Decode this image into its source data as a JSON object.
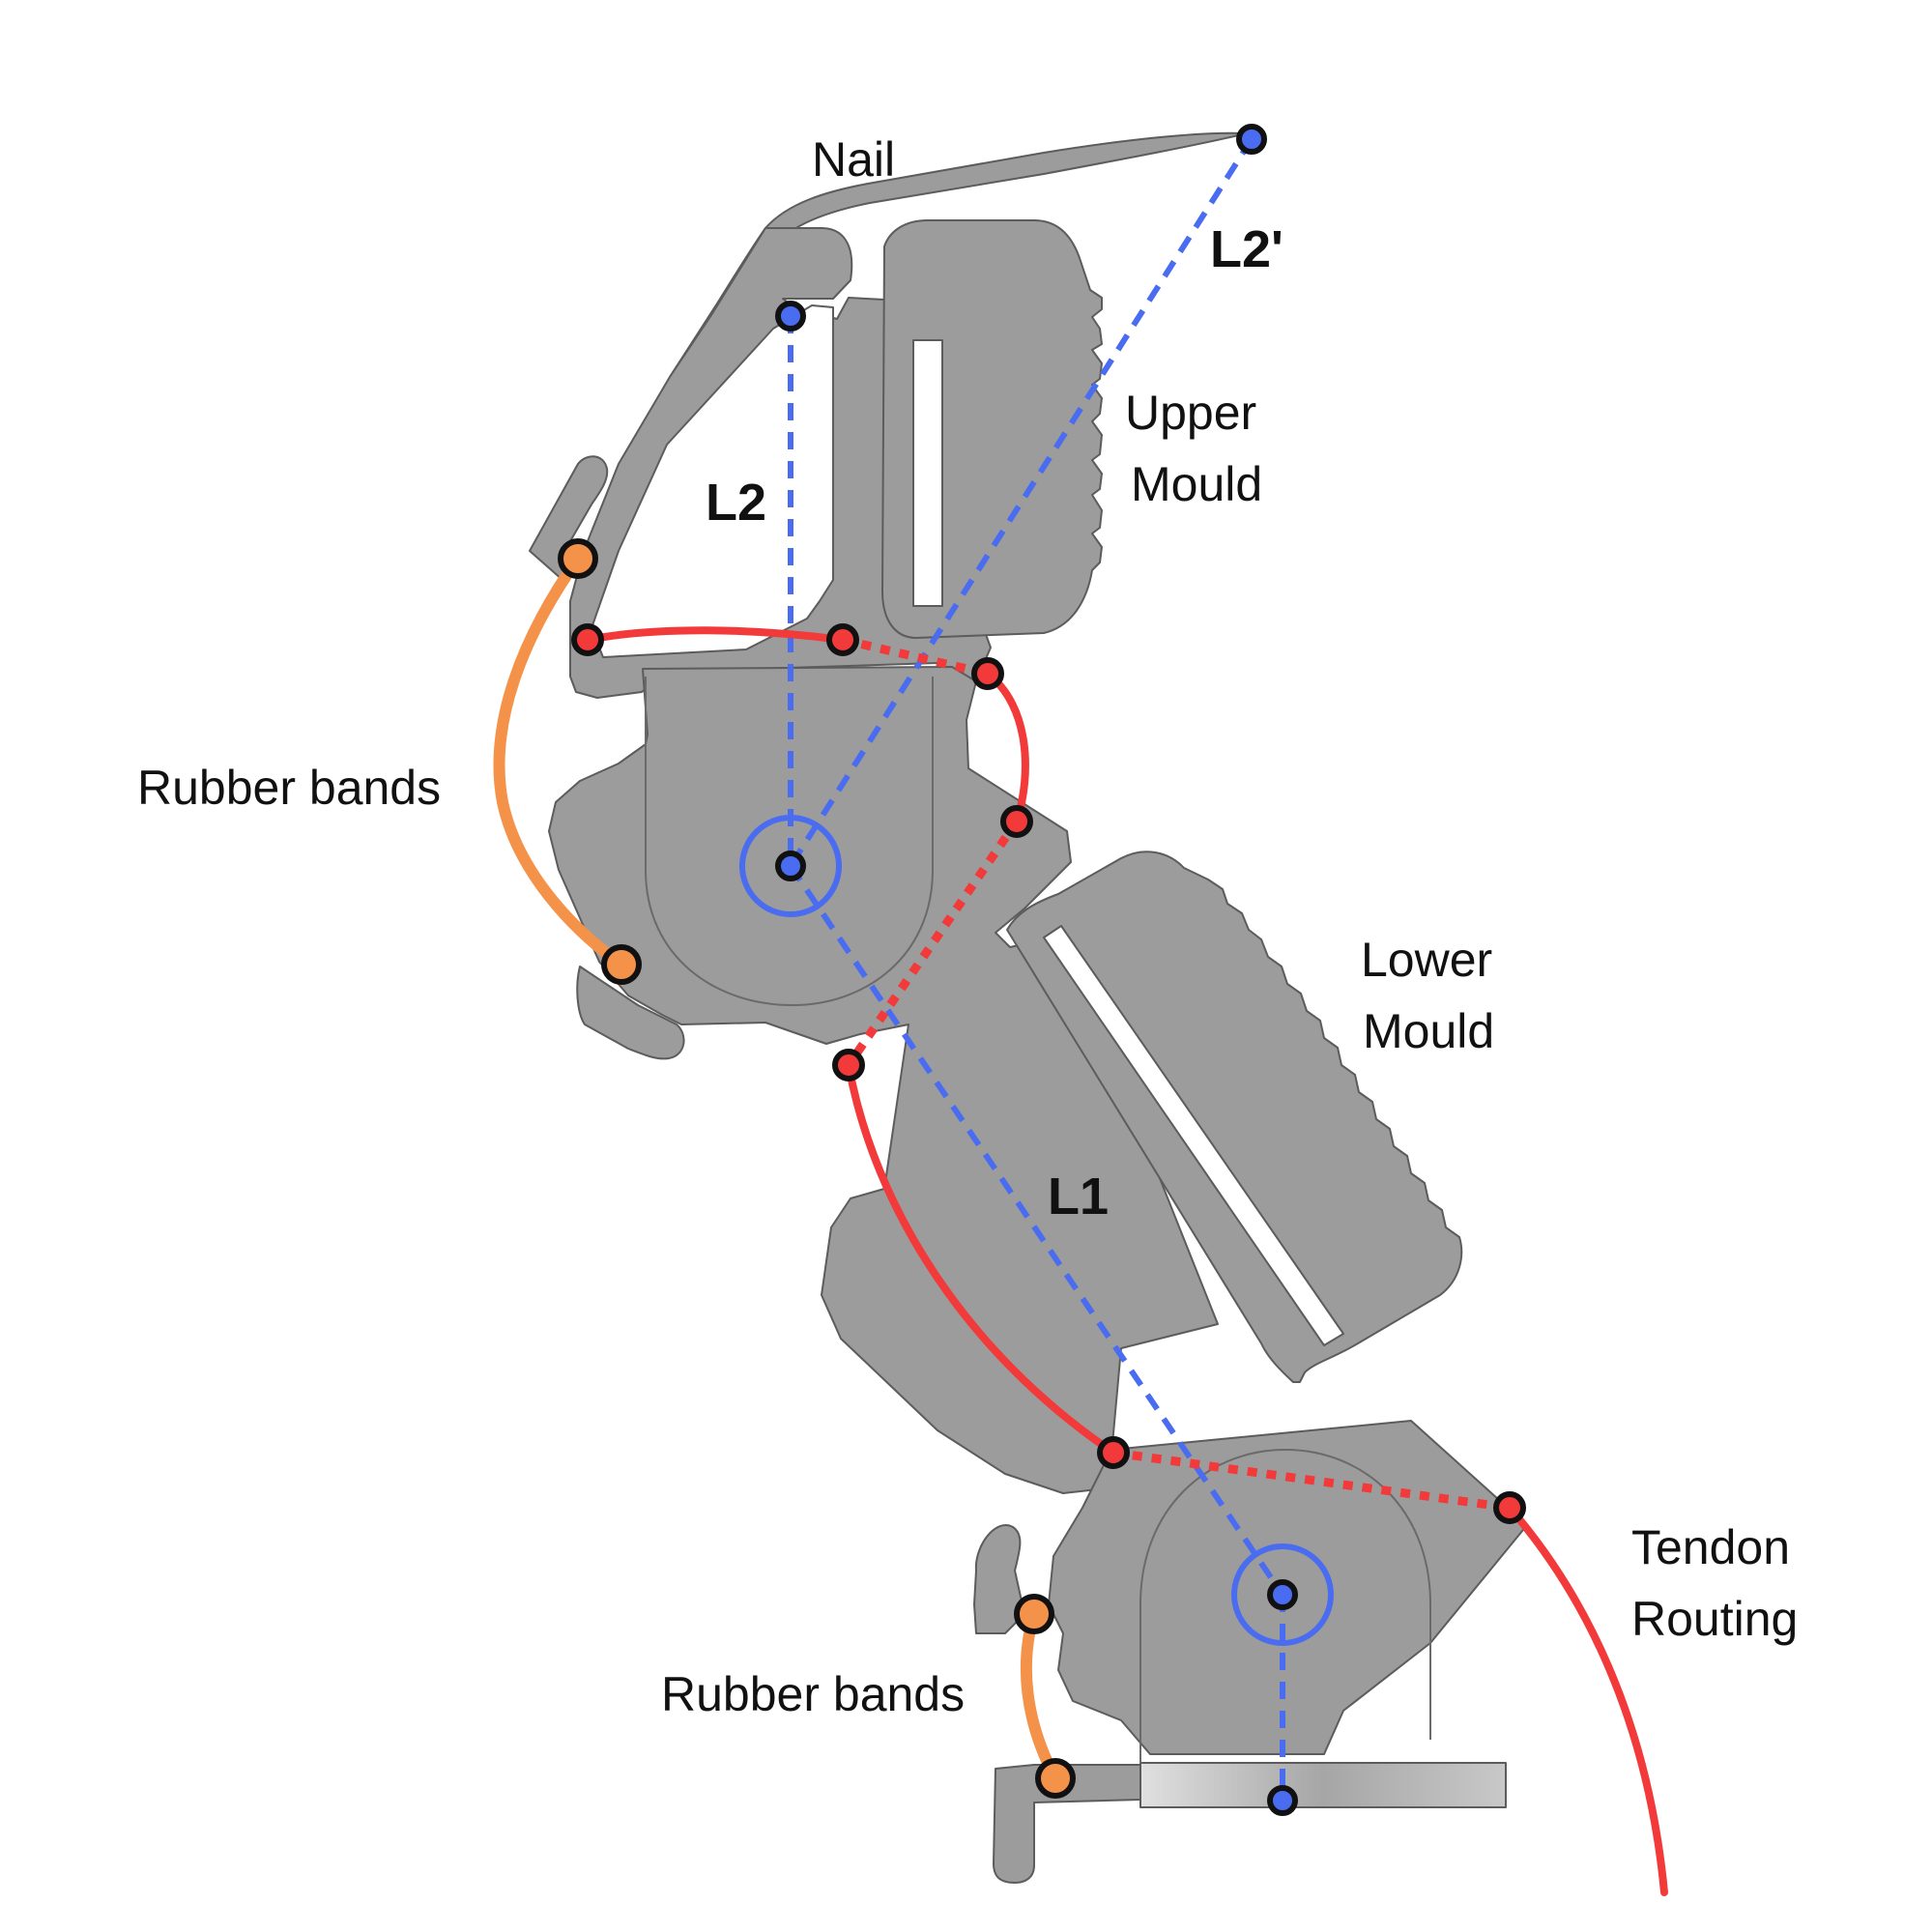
{
  "labels": {
    "nail": "Nail",
    "l2_prime": "L2'",
    "l2": "L2",
    "upper_mould_1": "Upper",
    "upper_mould_2": "Mould",
    "rubber_bands_upper": "Rubber bands",
    "lower_mould_1": "Lower",
    "lower_mould_2": "Mould",
    "l1": "L1",
    "tendon_routing_1": "Tendon",
    "tendon_routing_2": "Routing",
    "rubber_bands_lower": "Rubber bands"
  },
  "colors": {
    "part_fill": "#9c9c9c",
    "part_stroke": "#5c5c5c",
    "tendon": "#f23a3a",
    "rubber_band": "#f5924a",
    "link_lines": "#4a6cf0",
    "marker_outline": "#111111"
  }
}
